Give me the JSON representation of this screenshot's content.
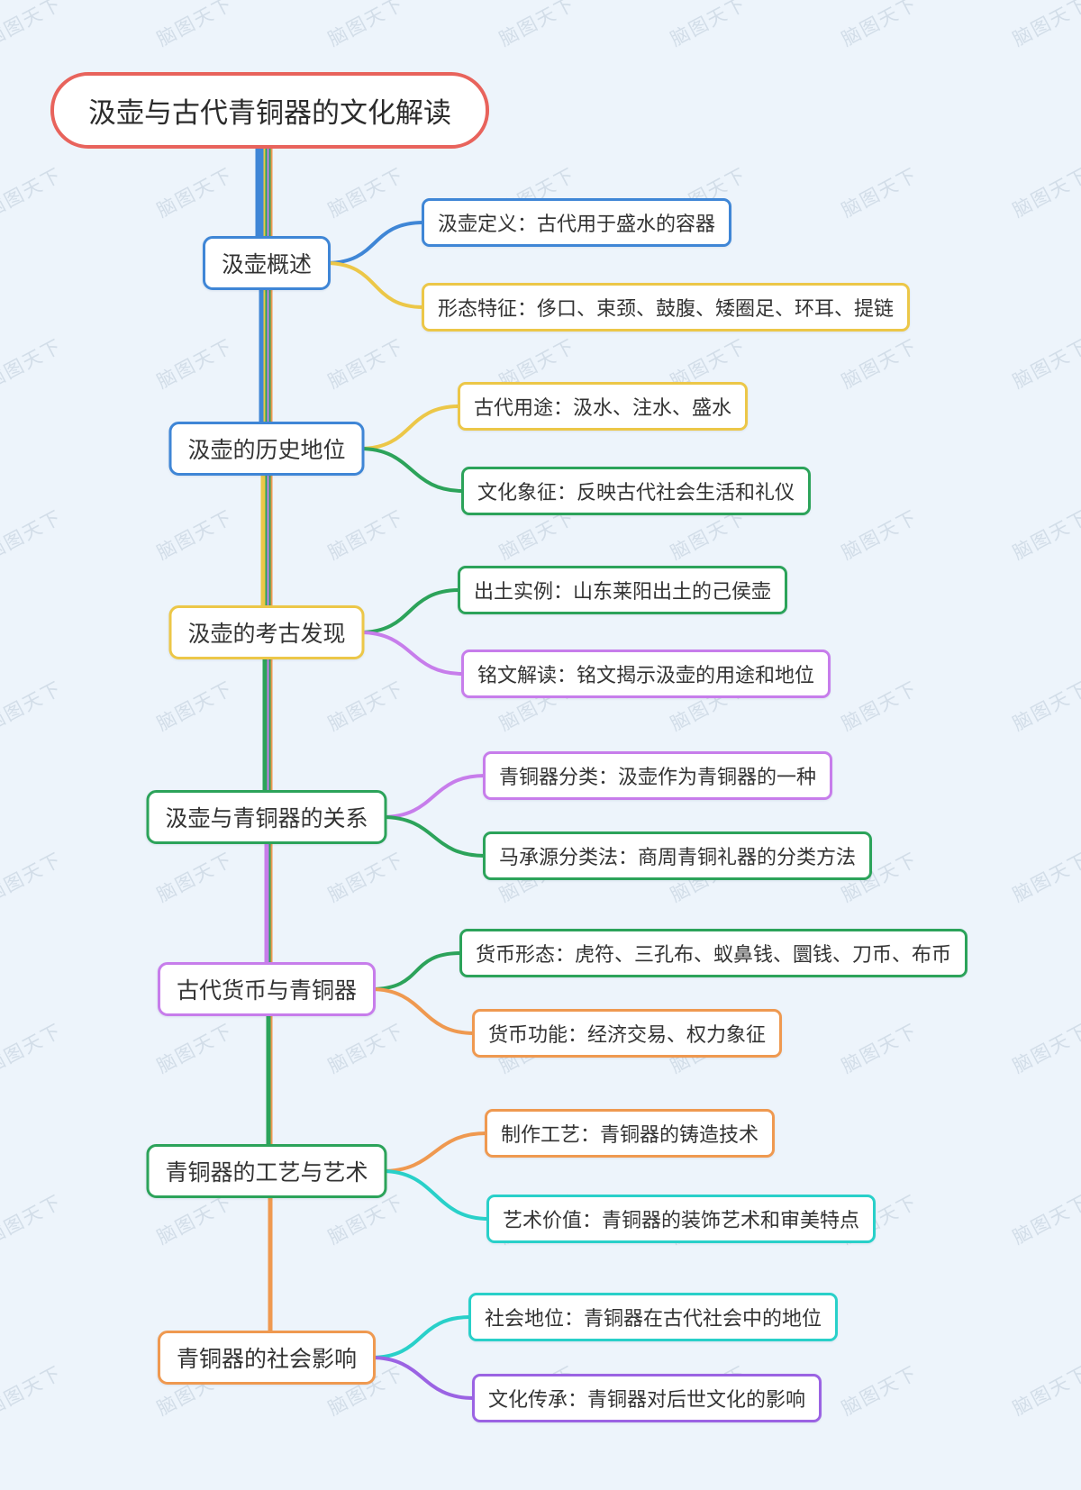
{
  "canvas": {
    "background_color": "#edf4fb",
    "watermark_text": "脑图天下"
  },
  "root": {
    "label": "汲壶与古代青铜器的文化解读",
    "color": "#e8635c"
  },
  "branches": [
    {
      "label": "汲壶概述",
      "color": "#3f86d6",
      "children": [
        {
          "label": "汲壶定义：古代用于盛水的容器",
          "color": "#3f86d6"
        },
        {
          "label": "形态特征：侈口、束颈、鼓腹、矮圈足、环耳、提链",
          "color": "#ecc748"
        }
      ]
    },
    {
      "label": "汲壶的历史地位",
      "color": "#3f86d6",
      "children": [
        {
          "label": "古代用途：汲水、注水、盛水",
          "color": "#ecc748"
        },
        {
          "label": "文化象征：反映古代社会生活和礼仪",
          "color": "#2ca35a"
        }
      ]
    },
    {
      "label": "汲壶的考古发现",
      "color": "#ecc748",
      "children": [
        {
          "label": "出土实例：山东莱阳出土的己侯壶",
          "color": "#2ca35a"
        },
        {
          "label": "铭文解读：铭文揭示汲壶的用途和地位",
          "color": "#c77deb"
        }
      ]
    },
    {
      "label": "汲壶与青铜器的关系",
      "color": "#2ca35a",
      "children": [
        {
          "label": "青铜器分类：汲壶作为青铜器的一种",
          "color": "#c77deb"
        },
        {
          "label": "马承源分类法：商周青铜礼器的分类方法",
          "color": "#2ca35a"
        }
      ]
    },
    {
      "label": "古代货币与青铜器",
      "color": "#c77deb",
      "children": [
        {
          "label": "货币形态：虎符、三孔布、蚁鼻钱、圜钱、刀币、布币",
          "color": "#2ca35a"
        },
        {
          "label": "货币功能：经济交易、权力象征",
          "color": "#ef9950"
        }
      ]
    },
    {
      "label": "青铜器的工艺与艺术",
      "color": "#2ca35a",
      "children": [
        {
          "label": "制作工艺：青铜器的铸造技术",
          "color": "#ef9950"
        },
        {
          "label": "艺术价值：青铜器的装饰艺术和审美特点",
          "color": "#29d0c9"
        }
      ]
    },
    {
      "label": "青铜器的社会影响",
      "color": "#ef9950",
      "children": [
        {
          "label": "社会地位：青铜器在古代社会中的地位",
          "color": "#29d0c9"
        },
        {
          "label": "文化传承：青铜器对后世文化的影响",
          "color": "#9b63e3"
        }
      ]
    }
  ]
}
